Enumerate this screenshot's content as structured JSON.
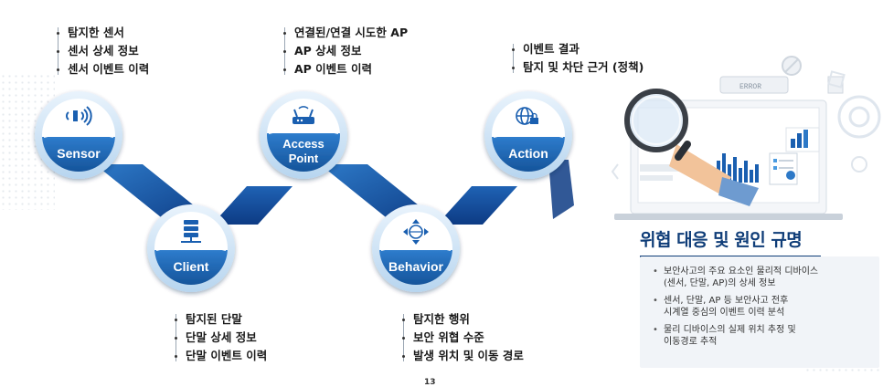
{
  "nodes": {
    "sensor": "Sensor",
    "client": "Client",
    "access_point_line1": "Access",
    "access_point_line2": "Point",
    "behavior": "Behavior",
    "action": "Action"
  },
  "lists": {
    "sensor": [
      "탐지한 센서",
      "센서 상세 정보",
      "센서 이벤트 이력"
    ],
    "access_point": [
      "연결된/연결 시도한 AP",
      "AP 상세 정보",
      "AP 이벤트 이력"
    ],
    "action": [
      "이벤트 결과",
      "탐지 및 차단 근거 (정책)"
    ],
    "client": [
      "탐지된 단말",
      "단말 상세 정보",
      "단말 이벤트 이력"
    ],
    "behavior": [
      "탐지한 행위",
      "보안 위협 수준",
      "발생 위치 및 이동 경로"
    ]
  },
  "panel": {
    "title": "위협 대응 및 원인 규명",
    "items": [
      [
        "보안사고의 주요 요소인 물리적 디바이스",
        "(센서, 단말, AP)의 상세 정보"
      ],
      [
        "센서, 단말, AP 등 보안사고 전후",
        "시계열 중심의 이벤트 이력 분석"
      ],
      [
        "물리 디바이스의 실제 위치 추정 및",
        "이동경로 추적"
      ]
    ]
  },
  "illustration": {
    "error_text": "ERROR"
  },
  "page_number": "13",
  "colors": {
    "dark_blue": "#0d3b84",
    "mid_blue": "#1f62b4",
    "light_blue": "#3b8fd6",
    "node_ring": "#cfe3f5",
    "title_blue": "#0f3d78"
  },
  "icons": [
    "sensor-signal-icon",
    "router-icon",
    "globe-lock-icon",
    "server-icon",
    "globe-arrows-icon",
    "magnifier-icon"
  ]
}
